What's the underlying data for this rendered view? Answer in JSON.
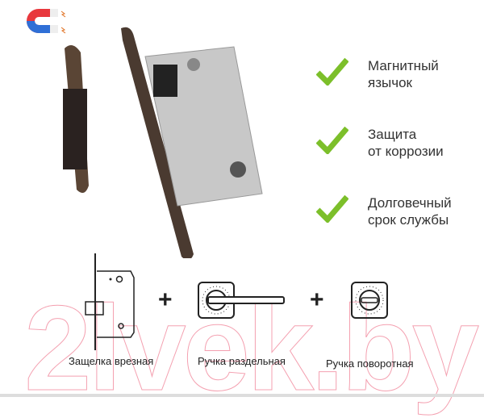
{
  "features": [
    {
      "line1": "Магнитный",
      "line2": "язычок"
    },
    {
      "line1": "Защита",
      "line2": "от коррозии"
    },
    {
      "line1": "Долговечный",
      "line2": "срок службы"
    }
  ],
  "components": [
    {
      "label": "Защелка врезная"
    },
    {
      "label": "Ручка раздельная"
    },
    {
      "label": "Ручка поворотная"
    }
  ],
  "plus": "+",
  "watermark": "2lvek.by",
  "colors": {
    "check": "#7cbf2a",
    "magnet_red": "#e8383d",
    "magnet_blue": "#2f6fd6"
  }
}
